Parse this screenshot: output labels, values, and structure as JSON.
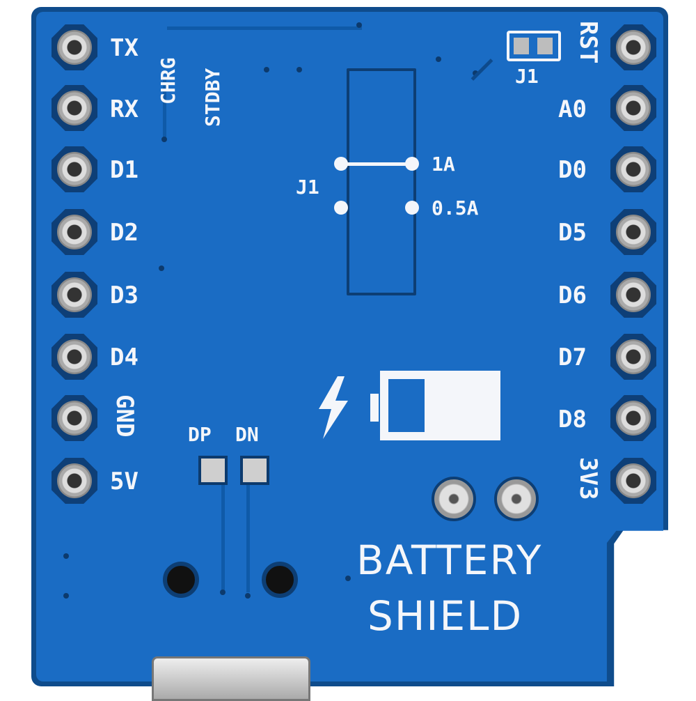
{
  "board": {
    "title_line1": "BATTERY",
    "title_line2": "SHIELD",
    "left_pins": [
      "TX",
      "RX",
      "D1",
      "D2",
      "D3",
      "D4",
      "GND",
      "5V"
    ],
    "right_pins": [
      "RST",
      "A0",
      "D0",
      "D5",
      "D6",
      "D7",
      "D8",
      "3V3"
    ],
    "led_labels": [
      "CHRG",
      "STDBY"
    ],
    "jumper_top": "J1",
    "jumper_mid": "J1",
    "current_options": [
      "1A",
      "0.5A"
    ],
    "usb_pads": [
      "DP",
      "DN"
    ],
    "colors": {
      "pcb": "#1a6cc4",
      "silkscreen": "#f4f6fa",
      "edge": "#0f4c8c"
    }
  }
}
